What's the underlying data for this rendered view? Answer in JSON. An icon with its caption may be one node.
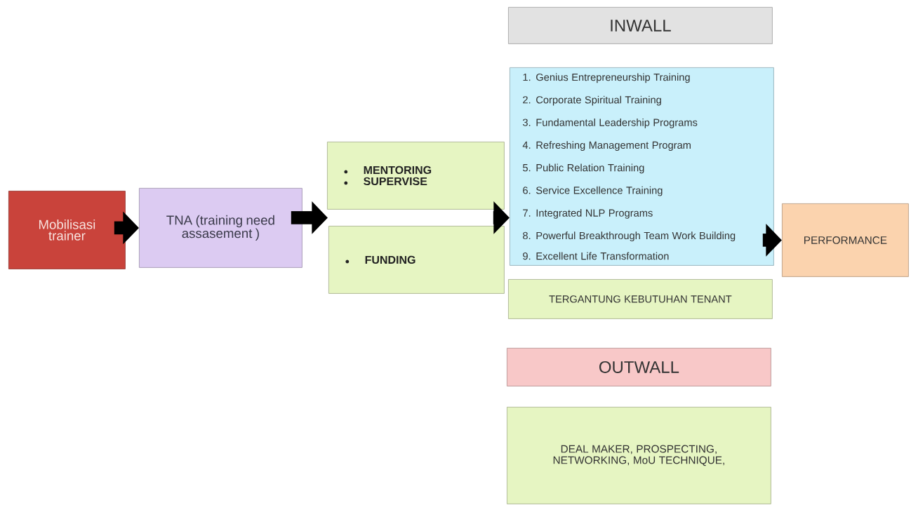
{
  "diagram": {
    "nodes": [
      {
        "text": [
          "Mobilisasi trainer"
        ]
      },
      {
        "text": [
          "TNA (training need assasement )"
        ]
      },
      {
        "text": [
          "MENTORING",
          "SUPERVISE"
        ]
      },
      {
        "text": [
          "FUNDING"
        ]
      },
      {
        "text": [
          "INWALL"
        ]
      },
      {
        "text": [
          "1. Genius Entrepreneurship Training",
          "2. Corporate Spiritual Training",
          "3. Fundamental Leadership Programs",
          "4. Refreshing Management Program",
          "5. Public Relation Training",
          "6. Service Excellence Training",
          "7. Integrated NLP Programs",
          "8. Powerful Breakthrough Team Work Building",
          "9. Excellent Life Transformation"
        ]
      },
      {
        "text": [
          "TERGANTUNG KEBUTUHAN TENANT"
        ]
      },
      {
        "text": [
          "OUTWALL"
        ]
      },
      {
        "text": [
          "DEAL MAKER, PROSPECTING, NETWORKING, MoU TECHNIQUE,"
        ]
      },
      {
        "text": [
          "PERFORMANCE"
        ]
      }
    ],
    "edges": [
      {
        "from": 0,
        "to": 1,
        "arrow": "to"
      },
      {
        "from": 1,
        "to": 2,
        "arrow": "to"
      },
      {
        "from": 1,
        "to": 3,
        "arrow": "to"
      },
      {
        "from": 2,
        "to": 5,
        "arrow": "to"
      },
      {
        "from": 3,
        "to": 5,
        "arrow": "to"
      },
      {
        "from": 5,
        "to": 9,
        "arrow": "to"
      }
    ]
  }
}
